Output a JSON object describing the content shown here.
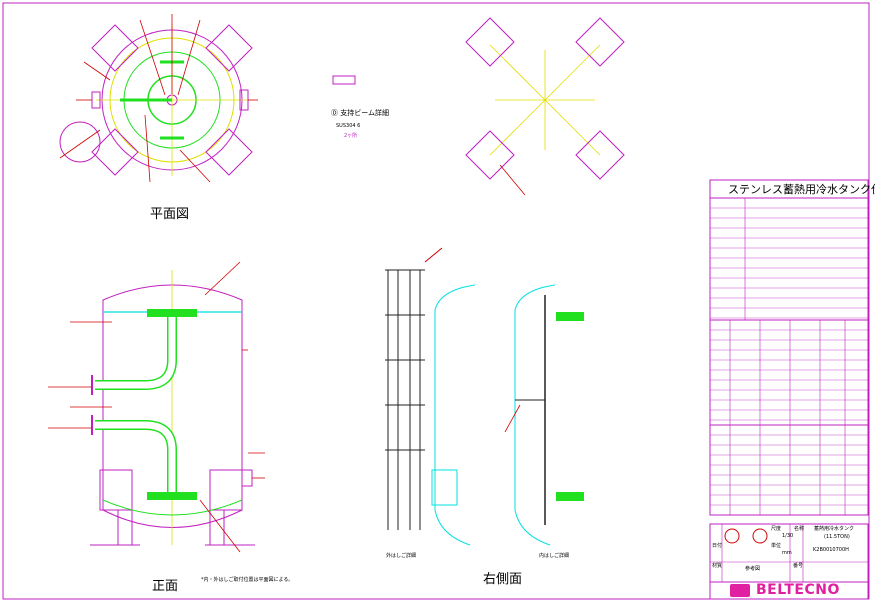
{
  "views": {
    "plan": "平面図",
    "front": "正面",
    "side": "右側面"
  },
  "plan_notes": {
    "support_beam": "Ⓓ 支持ビーム詳細",
    "material": "SUS304 6",
    "qty": "2ヶ所"
  },
  "front_note": "*内・外はしご取付位置は平面図による。",
  "side_notes": {
    "outer_ladder": "外はしご詳細",
    "inner_ladder": "内はしご詳細"
  },
  "spec": {
    "title": "ステンレス蓄熱用冷水タンク仕様"
  },
  "title_block": {
    "scale_label": "尺度",
    "scale_value": "1/30",
    "unit_label": "単位",
    "unit_value": "mm",
    "name_label": "名称",
    "name_line1": "蓄熱用冷水タンク",
    "name_line2": "(11.5TON)",
    "drawing_no": "K2B0010700H",
    "date_label": "日付",
    "material_label": "材質",
    "reference": "参考図",
    "number_label": "番号",
    "brand": "BELTECNO"
  },
  "colors": {
    "outline": "#c020c0",
    "center": "#e0e000",
    "pipe": "#20e020",
    "water": "#00e0e0",
    "leader": "#d00000"
  }
}
